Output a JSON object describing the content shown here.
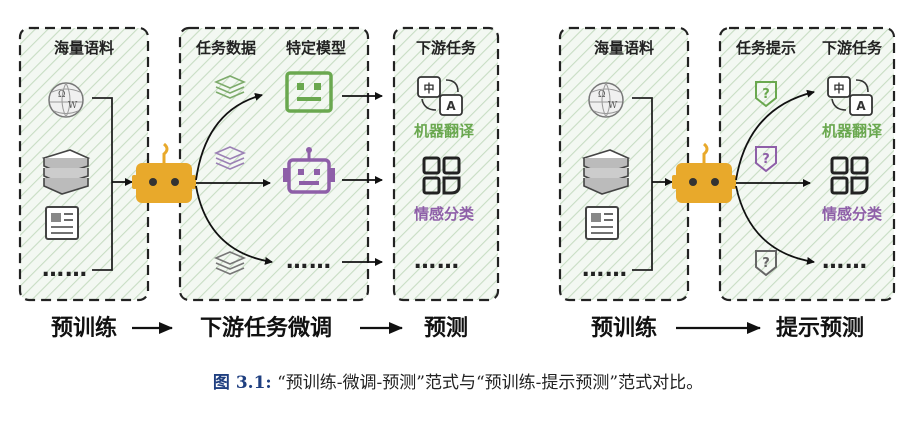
{
  "left": {
    "corpus_header": "海量语料",
    "taskdata_header": "任务数据",
    "model_header": "特定模型",
    "downstream_header": "下游任务",
    "task1_label": "机器翻译",
    "task2_label": "情感分类",
    "ellipsis": "……",
    "bottom_step1": "预训练",
    "bottom_step2": "下游任务微调",
    "bottom_step3": "预测"
  },
  "right": {
    "corpus_header": "海量语料",
    "prompt_header": "任务提示",
    "downstream_header": "下游任务",
    "task1_label": "机器翻译",
    "task2_label": "情感分类",
    "ellipsis": "……",
    "bottom_step1": "预训练",
    "bottom_step2": "提示预测"
  },
  "icons": {
    "translate_zh": "中",
    "translate_en": "A",
    "prompt_mark": "?"
  },
  "caption": {
    "label": "图 3.1:",
    "text": "“预训练-微调-预测”范式与“预训练-提示预测”范式对比。"
  },
  "colors": {
    "robot": "#e8a92b",
    "green": "#6aa84f",
    "purple": "#8e5fa8",
    "caption": "#1f3f80"
  }
}
